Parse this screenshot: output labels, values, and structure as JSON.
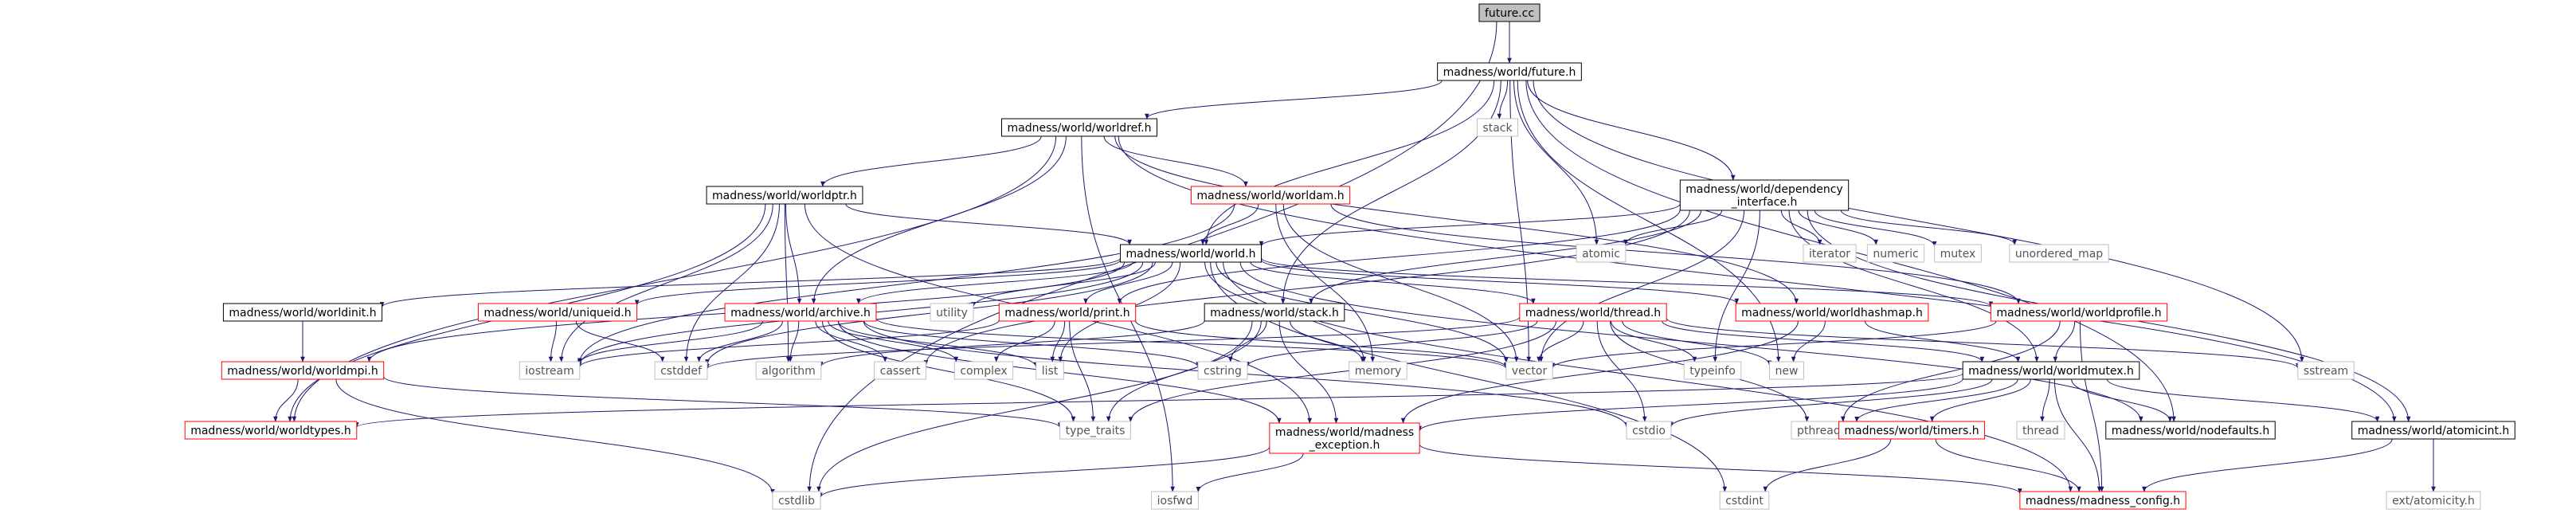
{
  "graph_title": "future.cc",
  "colors": {
    "edge": "#191970",
    "box_black": "#000000",
    "box_red": "#ff0000",
    "box_gray": "#bfbfbf",
    "root_fill": "#bfbfbf",
    "text": "#000000",
    "text_gray": "#555555"
  },
  "nodes": [
    {
      "id": "future_cc",
      "lines": [
        "future.cc"
      ],
      "style": "root"
    },
    {
      "id": "future_h",
      "lines": [
        "madness/world/future.h"
      ],
      "style": "black"
    },
    {
      "id": "worldref",
      "lines": [
        "madness/world/worldref.h"
      ],
      "style": "black"
    },
    {
      "id": "stack",
      "lines": [
        "stack"
      ],
      "style": "gray"
    },
    {
      "id": "depint",
      "lines": [
        "madness/world/dependency",
        "_interface.h"
      ],
      "style": "black"
    },
    {
      "id": "worldptr",
      "lines": [
        "madness/world/worldptr.h"
      ],
      "style": "black"
    },
    {
      "id": "worldam",
      "lines": [
        "madness/world/worldam.h"
      ],
      "style": "red"
    },
    {
      "id": "world",
      "lines": [
        "madness/world/world.h"
      ],
      "style": "black"
    },
    {
      "id": "atomic",
      "lines": [
        "atomic"
      ],
      "style": "gray"
    },
    {
      "id": "iterator",
      "lines": [
        "iterator"
      ],
      "style": "gray"
    },
    {
      "id": "numeric",
      "lines": [
        "numeric"
      ],
      "style": "gray"
    },
    {
      "id": "mutex",
      "lines": [
        "mutex"
      ],
      "style": "gray"
    },
    {
      "id": "unordered_map",
      "lines": [
        "unordered_map"
      ],
      "style": "gray"
    },
    {
      "id": "worldinit",
      "lines": [
        "madness/world/worldinit.h"
      ],
      "style": "black"
    },
    {
      "id": "uniqueid",
      "lines": [
        "madness/world/uniqueid.h"
      ],
      "style": "red"
    },
    {
      "id": "archive",
      "lines": [
        "madness/world/archive.h"
      ],
      "style": "red"
    },
    {
      "id": "utility",
      "lines": [
        "utility"
      ],
      "style": "gray"
    },
    {
      "id": "print",
      "lines": [
        "madness/world/print.h"
      ],
      "style": "red"
    },
    {
      "id": "stack_h",
      "lines": [
        "madness/world/stack.h"
      ],
      "style": "black"
    },
    {
      "id": "thread",
      "lines": [
        "madness/world/thread.h"
      ],
      "style": "red"
    },
    {
      "id": "hashmap",
      "lines": [
        "madness/world/worldhashmap.h"
      ],
      "style": "red"
    },
    {
      "id": "profile",
      "lines": [
        "madness/world/worldprofile.h"
      ],
      "style": "red"
    },
    {
      "id": "worldmpi",
      "lines": [
        "madness/world/worldmpi.h"
      ],
      "style": "red"
    },
    {
      "id": "iostream",
      "lines": [
        "iostream"
      ],
      "style": "gray"
    },
    {
      "id": "cstddef",
      "lines": [
        "cstddef"
      ],
      "style": "gray"
    },
    {
      "id": "algorithm",
      "lines": [
        "algorithm"
      ],
      "style": "gray"
    },
    {
      "id": "cassert",
      "lines": [
        "cassert"
      ],
      "style": "gray"
    },
    {
      "id": "complex",
      "lines": [
        "complex"
      ],
      "style": "gray"
    },
    {
      "id": "list",
      "lines": [
        "list"
      ],
      "style": "gray"
    },
    {
      "id": "cstring",
      "lines": [
        "cstring"
      ],
      "style": "gray"
    },
    {
      "id": "memory",
      "lines": [
        "memory"
      ],
      "style": "gray"
    },
    {
      "id": "vector",
      "lines": [
        "vector"
      ],
      "style": "gray"
    },
    {
      "id": "typeinfo",
      "lines": [
        "typeinfo"
      ],
      "style": "gray"
    },
    {
      "id": "new",
      "lines": [
        "new"
      ],
      "style": "gray"
    },
    {
      "id": "worldmutex",
      "lines": [
        "madness/world/worldmutex.h"
      ],
      "style": "black"
    },
    {
      "id": "sstream",
      "lines": [
        "sstream"
      ],
      "style": "gray"
    },
    {
      "id": "worldtypes",
      "lines": [
        "madness/world/worldtypes.h"
      ],
      "style": "red"
    },
    {
      "id": "type_traits",
      "lines": [
        "type_traits"
      ],
      "style": "gray"
    },
    {
      "id": "madexc",
      "lines": [
        "madness/world/madness",
        "_exception.h"
      ],
      "style": "red"
    },
    {
      "id": "cstdio",
      "lines": [
        "cstdio"
      ],
      "style": "gray"
    },
    {
      "id": "pthread",
      "lines": [
        "pthread.h"
      ],
      "style": "gray"
    },
    {
      "id": "timers",
      "lines": [
        "madness/world/timers.h"
      ],
      "style": "red"
    },
    {
      "id": "thread_std",
      "lines": [
        "thread"
      ],
      "style": "gray"
    },
    {
      "id": "nodefaults",
      "lines": [
        "madness/world/nodefaults.h"
      ],
      "style": "black"
    },
    {
      "id": "atomicint",
      "lines": [
        "madness/world/atomicint.h"
      ],
      "style": "black"
    },
    {
      "id": "cstdlib",
      "lines": [
        "cstdlib"
      ],
      "style": "gray"
    },
    {
      "id": "iosfwd",
      "lines": [
        "iosfwd"
      ],
      "style": "gray"
    },
    {
      "id": "cstdint",
      "lines": [
        "cstdint"
      ],
      "style": "gray"
    },
    {
      "id": "config",
      "lines": [
        "madness/madness_config.h"
      ],
      "style": "red"
    },
    {
      "id": "ext_atomicity",
      "lines": [
        "ext/atomicity.h"
      ],
      "style": "gray"
    }
  ],
  "edges": [
    [
      "future_cc",
      "future_h"
    ],
    [
      "future_cc",
      "cstdlib"
    ],
    [
      "future_h",
      "worldref"
    ],
    [
      "future_h",
      "stack"
    ],
    [
      "future_h",
      "depint"
    ],
    [
      "future_h",
      "world"
    ],
    [
      "future_h",
      "atomic"
    ],
    [
      "future_h",
      "vector"
    ],
    [
      "future_h",
      "stack_h"
    ],
    [
      "future_h",
      "sstream"
    ],
    [
      "future_h",
      "nodefaults"
    ],
    [
      "future_h",
      "new"
    ],
    [
      "worldref",
      "worldptr"
    ],
    [
      "worldref",
      "worldam"
    ],
    [
      "worldref",
      "archive"
    ],
    [
      "worldref",
      "worldtypes"
    ],
    [
      "worldref",
      "iosfwd"
    ],
    [
      "worldref",
      "atomicint"
    ],
    [
      "worldref",
      "hashmap"
    ],
    [
      "worldptr",
      "world"
    ],
    [
      "worldptr",
      "archive"
    ],
    [
      "worldptr",
      "worldtypes"
    ],
    [
      "worldptr",
      "iostream"
    ],
    [
      "worldptr",
      "algorithm"
    ],
    [
      "worldptr",
      "madexc"
    ],
    [
      "worldptr",
      "cstddef"
    ],
    [
      "worldam",
      "world"
    ],
    [
      "worldam",
      "memory"
    ],
    [
      "worldam",
      "vector"
    ],
    [
      "worldam",
      "iostream"
    ],
    [
      "worldam",
      "profile"
    ],
    [
      "depint",
      "world"
    ],
    [
      "depint",
      "atomic"
    ],
    [
      "depint",
      "iterator"
    ],
    [
      "depint",
      "numeric"
    ],
    [
      "depint",
      "mutex"
    ],
    [
      "depint",
      "unordered_map"
    ],
    [
      "depint",
      "typeinfo"
    ],
    [
      "depint",
      "worldmutex"
    ],
    [
      "depint",
      "atomicint"
    ],
    [
      "depint",
      "print"
    ],
    [
      "depint",
      "stack_h"
    ],
    [
      "depint",
      "cassert"
    ],
    [
      "depint",
      "vector"
    ],
    [
      "world",
      "worldinit"
    ],
    [
      "world",
      "uniqueid"
    ],
    [
      "world",
      "archive"
    ],
    [
      "world",
      "utility"
    ],
    [
      "world",
      "print"
    ],
    [
      "world",
      "thread"
    ],
    [
      "world",
      "hashmap"
    ],
    [
      "world",
      "profile"
    ],
    [
      "world",
      "worldmpi"
    ],
    [
      "world",
      "cstddef"
    ],
    [
      "world",
      "list"
    ],
    [
      "world",
      "iostream"
    ],
    [
      "world",
      "nodefaults"
    ],
    [
      "world",
      "cstdint"
    ],
    [
      "world",
      "config"
    ],
    [
      "world",
      "vector"
    ],
    [
      "world",
      "memory"
    ],
    [
      "worldinit",
      "worldmpi"
    ],
    [
      "uniqueid",
      "iostream"
    ],
    [
      "uniqueid",
      "cstddef"
    ],
    [
      "archive",
      "iostream"
    ],
    [
      "archive",
      "cstddef"
    ],
    [
      "archive",
      "algorithm"
    ],
    [
      "archive",
      "cassert"
    ],
    [
      "archive",
      "complex"
    ],
    [
      "archive",
      "list"
    ],
    [
      "archive",
      "cstring"
    ],
    [
      "archive",
      "vector"
    ],
    [
      "archive",
      "type_traits"
    ],
    [
      "archive",
      "madexc"
    ],
    [
      "archive",
      "cstdio"
    ],
    [
      "print",
      "iostream"
    ],
    [
      "print",
      "complex"
    ],
    [
      "print",
      "list"
    ],
    [
      "print",
      "vector"
    ],
    [
      "print",
      "type_traits"
    ],
    [
      "stack_h",
      "cstring"
    ],
    [
      "stack_h",
      "memory"
    ],
    [
      "stack_h",
      "madexc"
    ],
    [
      "stack_h",
      "type_traits"
    ],
    [
      "stack_h",
      "cstdlib"
    ],
    [
      "stack_h",
      "algorithm"
    ],
    [
      "thread",
      "vector"
    ],
    [
      "thread",
      "typeinfo"
    ],
    [
      "thread",
      "new"
    ],
    [
      "thread",
      "cstddef"
    ],
    [
      "thread",
      "cstdio"
    ],
    [
      "thread",
      "pthread"
    ],
    [
      "thread",
      "worldmutex"
    ],
    [
      "thread",
      "type_traits"
    ],
    [
      "thread",
      "sstream"
    ],
    [
      "thread",
      "cstring"
    ],
    [
      "hashmap",
      "new"
    ],
    [
      "hashmap",
      "worldmutex"
    ],
    [
      "hashmap",
      "madexc"
    ],
    [
      "profile",
      "worldmutex"
    ],
    [
      "profile",
      "config"
    ],
    [
      "profile",
      "pthread"
    ],
    [
      "profile",
      "vector"
    ],
    [
      "worldmpi",
      "worldtypes"
    ],
    [
      "worldmpi",
      "type_traits"
    ],
    [
      "worldmpi",
      "cstdlib"
    ],
    [
      "worldmutex",
      "madexc"
    ],
    [
      "worldmutex",
      "cstdio"
    ],
    [
      "worldmutex",
      "pthread"
    ],
    [
      "worldmutex",
      "timers"
    ],
    [
      "worldmutex",
      "thread_std"
    ],
    [
      "worldmutex",
      "nodefaults"
    ],
    [
      "worldmutex",
      "atomicint"
    ],
    [
      "worldmutex",
      "config"
    ],
    [
      "worldmutex",
      "worldtypes"
    ],
    [
      "madexc",
      "cstdlib"
    ],
    [
      "madexc",
      "iosfwd"
    ],
    [
      "madexc",
      "config"
    ],
    [
      "timers",
      "cstdint"
    ],
    [
      "timers",
      "config"
    ],
    [
      "atomicint",
      "config"
    ],
    [
      "atomicint",
      "ext_atomicity"
    ]
  ]
}
